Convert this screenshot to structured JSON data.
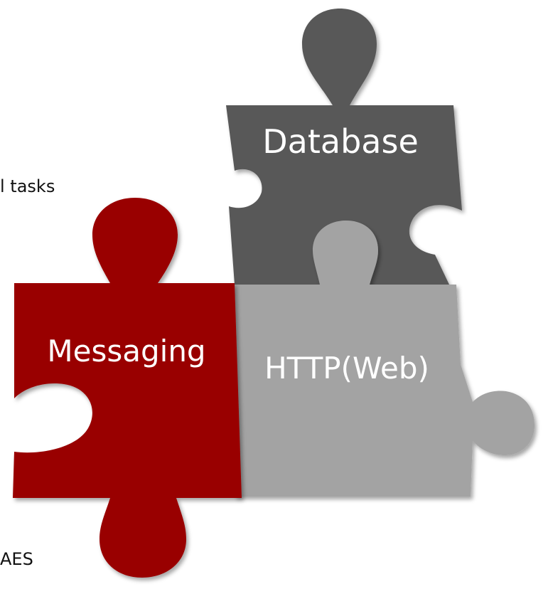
{
  "left_fragments": [
    {
      "id": "tasks",
      "text": "l tasks"
    },
    {
      "id": "aes",
      "text": "AES"
    }
  ],
  "pieces": {
    "database": {
      "label": "Database",
      "color": "#595959"
    },
    "http": {
      "label": "HTTP(Web)",
      "color": "#a3a3a3"
    },
    "messaging": {
      "label": "Messaging",
      "color": "#990000"
    }
  },
  "label_color": "#ffffff"
}
